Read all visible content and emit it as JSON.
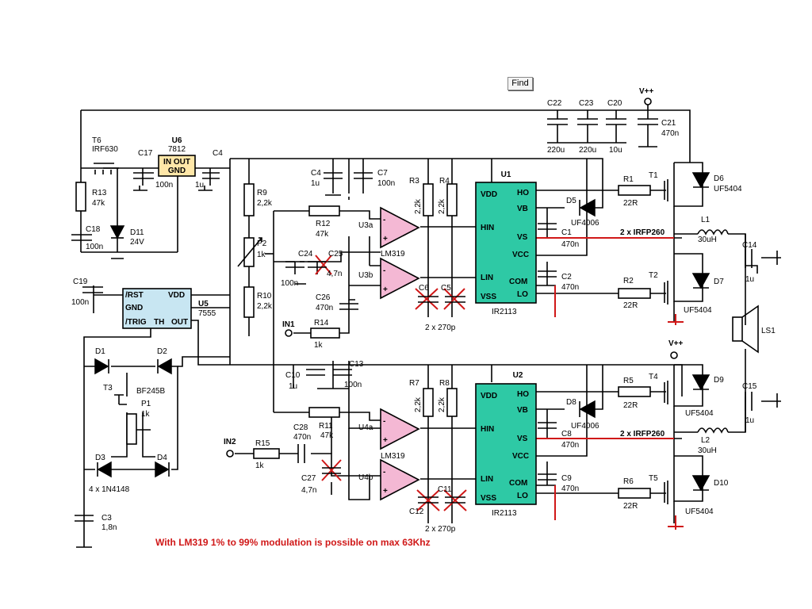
{
  "toolbar": {
    "find_label": "Find"
  },
  "note": "With LM319 1% to 99% modulation is possible on max 63Khz",
  "supply": "V++",
  "chips": {
    "u6": {
      "ref": "U6",
      "part": "7812",
      "pins": "IN OUT",
      "gnd": "GND"
    },
    "u5": {
      "ref": "U5",
      "part": "7555",
      "rst": "/RST",
      "vdd": "VDD",
      "gnd": "GND",
      "trig": "/TRIG",
      "th": "TH",
      "out": "OUT"
    },
    "u1": {
      "ref": "U1",
      "part": "IR2113",
      "pins_left": [
        "VDD",
        "HIN",
        "LIN",
        "VSS"
      ],
      "pins_right": [
        "HO",
        "VB",
        "VS",
        "VCC",
        "COM",
        "LO"
      ]
    },
    "u2": {
      "ref": "U2",
      "part": "IR2113",
      "pins_left": [
        "VDD",
        "HIN",
        "LIN",
        "VSS"
      ],
      "pins_right": [
        "HO",
        "VB",
        "VS",
        "VCC",
        "COM",
        "LO"
      ]
    },
    "lm319_top": {
      "part": "LM319",
      "a": "U3a",
      "b": "U3b"
    },
    "lm319_bot": {
      "part": "LM319",
      "a": "U4a",
      "b": "U4b"
    }
  },
  "labels": {
    "t6": "T6",
    "t6v": "IRF630",
    "c17": "C17",
    "c17v": "100n",
    "c4a": "C4",
    "c4av": "1u",
    "r13": "R13",
    "r13v": "47k",
    "c18": "C18",
    "c18v": "100n",
    "d11": "D11",
    "d11v": "24V",
    "r9": "R9",
    "r9v": "2,2k",
    "c4b": "C4",
    "c4bv": "1u",
    "c7": "C7",
    "c7v": "100n",
    "r12": "R12",
    "r12v": "47k",
    "p2": "P2",
    "p2v": "1k",
    "c24": "C24",
    "c24v": "100n",
    "c25": "C25",
    "c25v": "4,7n",
    "c26": "C26",
    "c26v": "470n",
    "r10": "R10",
    "r10v": "2,2k",
    "in1": "IN1",
    "r14": "R14",
    "r14v": "1k",
    "c19": "C19",
    "c19v": "100n",
    "r3": "R3",
    "r3v": "2,2k",
    "r4": "R4",
    "r4v": "2,2k",
    "c6": "C6",
    "c5": "C5",
    "cap_top": "2 x 270p",
    "c22": "C22",
    "c22v": "220u",
    "c23": "C23",
    "c23v": "220u",
    "c20": "C20",
    "c20v": "10u",
    "c21": "C21",
    "c21v": "470n",
    "t1": "T1",
    "d6": "D6",
    "d6v": "UF5404",
    "r1": "R1",
    "r1v": "22R",
    "d5": "D5",
    "d5v": "UF4006",
    "c1": "C1",
    "c1v": "470n",
    "irfp_top": "2 x IRFP260",
    "l1": "L1",
    "l1v": "30uH",
    "c14": "C14",
    "c14v": "1u",
    "c2": "C2",
    "c2v": "470n",
    "r2": "R2",
    "r2v": "22R",
    "t2": "T2",
    "d7": "D7",
    "d7v": "UF5404",
    "ls1": "LS1",
    "d1": "D1",
    "d2": "D2",
    "d3": "D3",
    "d4": "D4",
    "t3": "T3",
    "t3v": "BF245B",
    "p1": "P1",
    "p1v": "1k",
    "dio4": "4 x 1N4148",
    "c3": "C3",
    "c3v": "1,8n",
    "c10": "C10",
    "c10v": "1u",
    "c13": "C13",
    "c13v": "100n",
    "r11": "R11",
    "r11v": "47k",
    "c28": "C28",
    "c28v": "470n",
    "in2": "IN2",
    "r15": "R15",
    "r15v": "1k",
    "c27": "C27",
    "c27v": "4,7n",
    "r7": "R7",
    "r7v": "2,2k",
    "r8": "R8",
    "r8v": "2,2k",
    "c12": "C12",
    "c11": "C11",
    "cap_bot": "2 x 270p",
    "t4": "T4",
    "d9": "D9",
    "d9v": "UF5404",
    "r5": "R5",
    "r5v": "22R",
    "d8": "D8",
    "d8v": "UF4006",
    "c8": "C8",
    "c8v": "470n",
    "irfp_bot": "2 x IRFP260",
    "l2": "L2",
    "l2v": "30uH",
    "c15": "C15",
    "c15v": "1u",
    "c9": "C9",
    "c9v": "470n",
    "r6": "R6",
    "r6v": "22R",
    "t5": "T5",
    "d10": "D10",
    "d10v": "UF5404"
  },
  "colors": {
    "chip_fill": "#2ec9a5",
    "u6_fill": "#ffe7a8",
    "u5_fill": "#c8e6f2",
    "opamp_fill": "#f4b8d4",
    "red": "#d01818"
  }
}
